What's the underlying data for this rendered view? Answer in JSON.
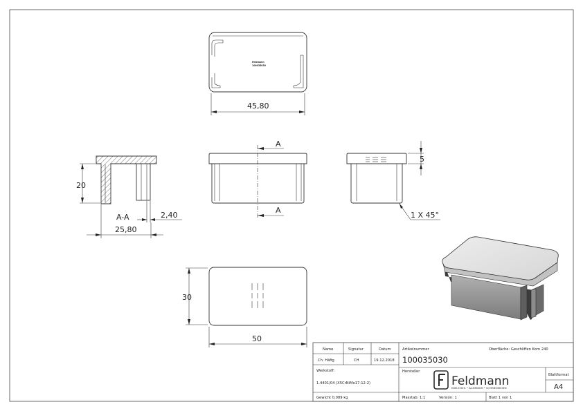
{
  "drawing": {
    "dimensions": {
      "top_width": "45,80",
      "height": "20",
      "section_label": "A-A",
      "wall": "2,40",
      "section_width": "25,80",
      "cut_mark_top": "A",
      "cut_mark_bottom": "A",
      "side_depth": "5",
      "chamfer": "1 X 45°",
      "bottom_height": "30",
      "bottom_width": "50"
    },
    "stamp": {
      "line1": "Feldmann",
      "line2": "100035030"
    }
  },
  "title_block": {
    "name_header": "Name",
    "signatur_header": "Signatur",
    "datum_header": "Datum",
    "name": "Ch. Häfig",
    "signatur": "CH",
    "datum": "19.12.2018",
    "artikel_label": "Artikelnummer",
    "artikel": "100035030",
    "oberflaeche": "Oberfläche: Geschliffen Korn 240",
    "werkstoff_label": "Werkstoff:",
    "werkstoff": "1.4401/04 (X5CrNiMo17-12-2)",
    "hersteller_label": "Hersteller",
    "logo_text": "Feldmann",
    "logo_sub": "EDELSTAHL • ALUMINIUM • SCHMIEDEEISEN",
    "blattformat_label": "Blattformat",
    "blattformat": "A4",
    "gewicht": "Gewicht 0,089 kg",
    "massstab": "Masstab: 1:1",
    "version": "Version: 1",
    "blatt": "Blatt 1 von 1"
  },
  "colors": {
    "line": "#333333",
    "solid_top": "#e4e4e4",
    "solid_front": "#9a9a9a",
    "solid_dark": "#555555"
  }
}
